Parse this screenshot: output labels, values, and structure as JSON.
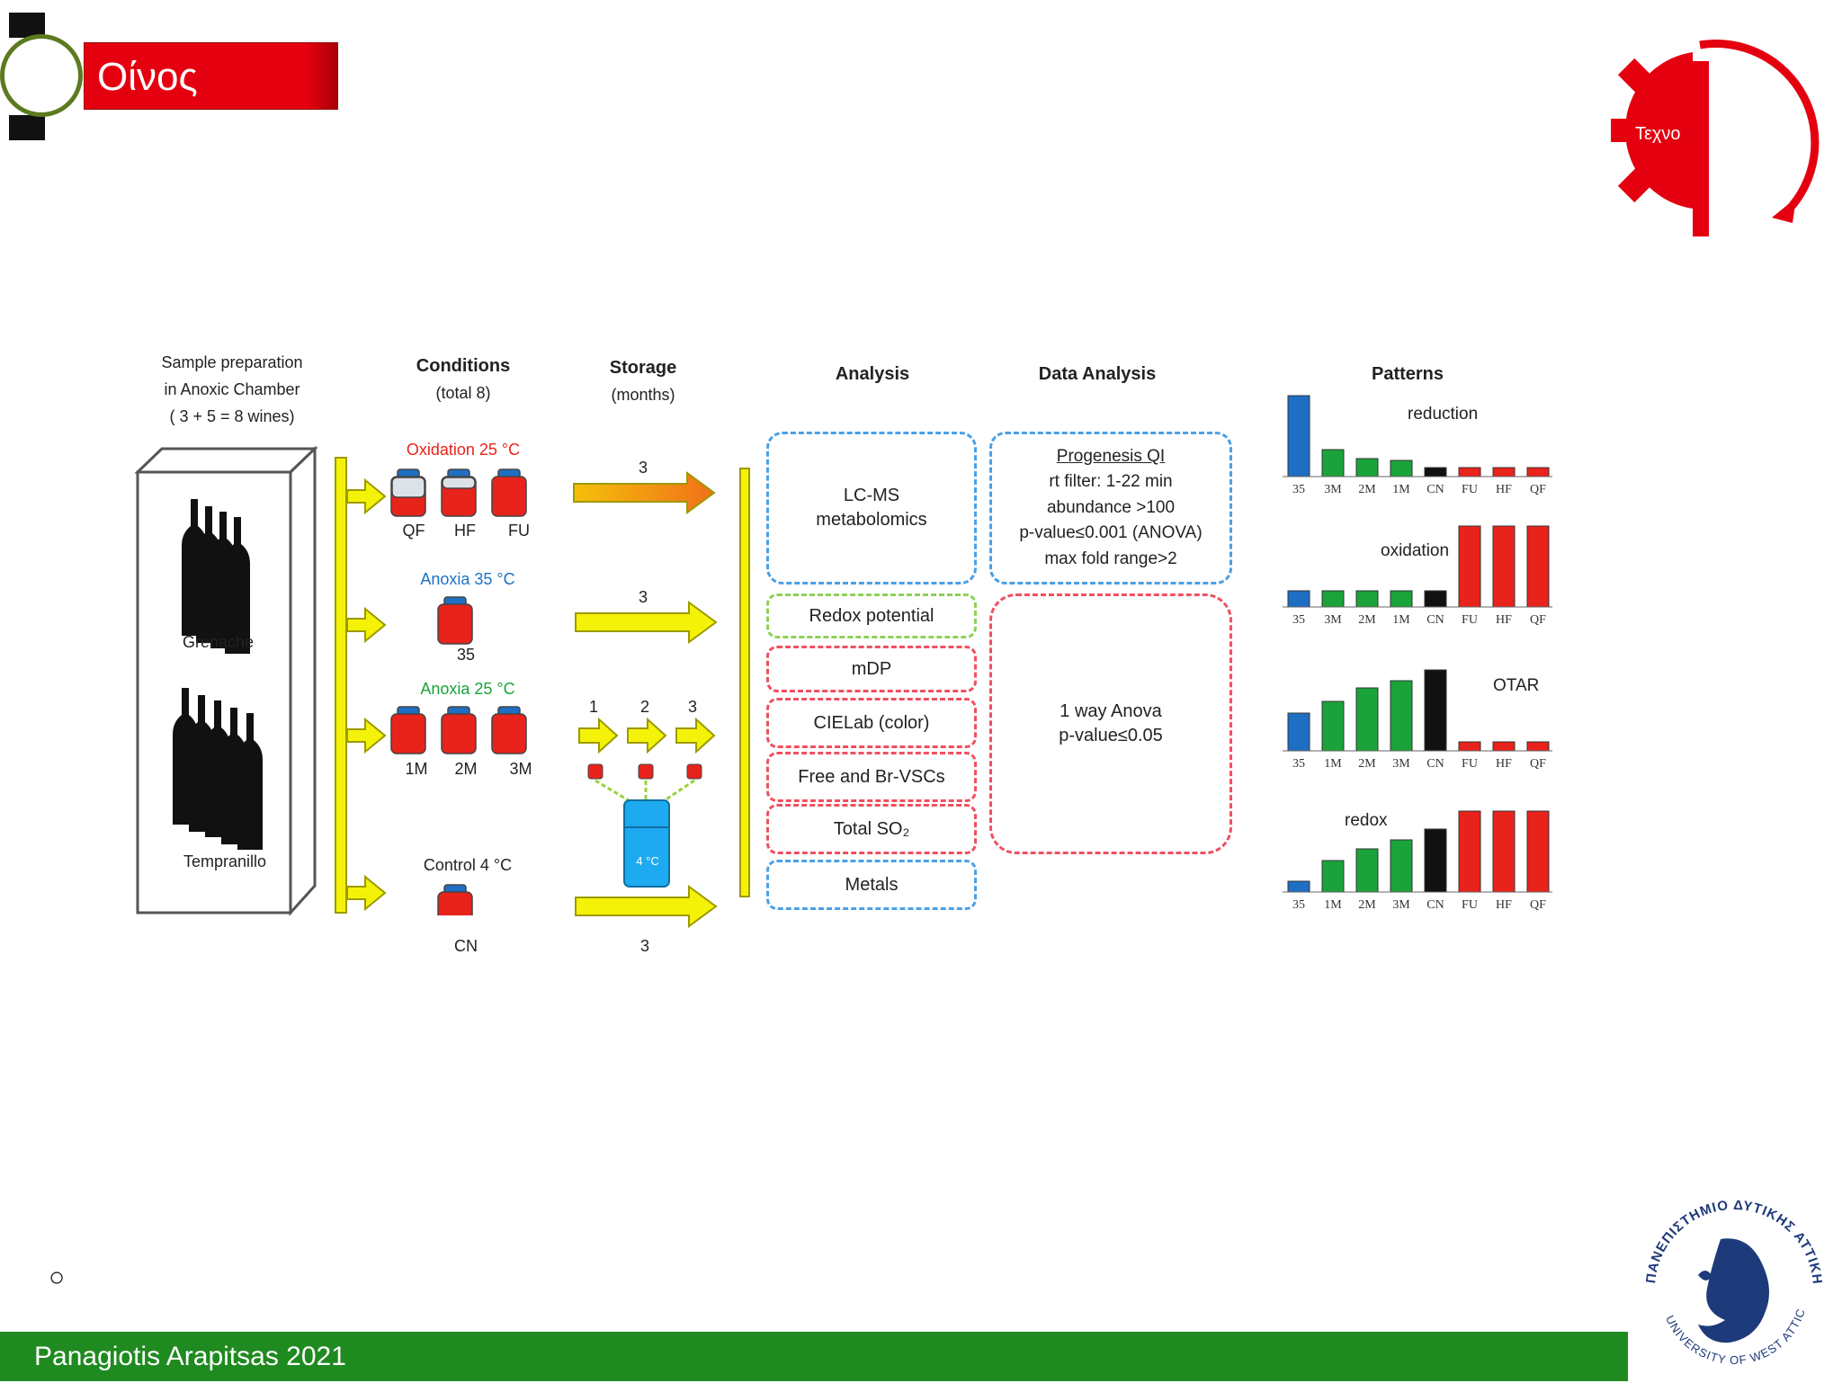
{
  "slide": {
    "title": "Οίνος",
    "gear_label": "Τεχνο",
    "bullet": "○",
    "footer": "Panagiotis Arapitsas 2021",
    "university_seal_text": "ΠΑΝΕΠΙΣΤΗΜΙΟ ΔΥΤΙΚΗΣ ΑΤΤΙΚΗΣ · UNIVERSITY OF WEST ATTICA"
  },
  "diagram": {
    "headers": {
      "sample_prep": [
        "Sample preparation",
        "in Anoxic Chamber",
        "( 3 + 5 = 8 wines)"
      ],
      "conditions": [
        "Conditions",
        "(total 8)"
      ],
      "storage": [
        "Storage",
        "(months)"
      ],
      "analysis": "Analysis",
      "data_analysis": "Data Analysis",
      "patterns": "Patterns"
    },
    "wines": [
      "Grenache",
      "Tempranillo"
    ],
    "conditions": {
      "oxidation": {
        "label": "Oxidation 25 °C",
        "color": "#e8231b",
        "bottles": [
          "QF",
          "HF",
          "FU"
        ],
        "months": "3"
      },
      "anoxia35": {
        "label": "Anoxia 35 °C",
        "color": "#1e6fc4",
        "bottles": [
          "35"
        ],
        "months": "3"
      },
      "anoxia25": {
        "label": "Anoxia 25 °C",
        "color": "#1aa33a",
        "bottles": [
          "1M",
          "2M",
          "3M"
        ],
        "months": [
          "1",
          "2",
          "3"
        ],
        "fridge": "4 °C"
      },
      "control": {
        "label": "Control 4 °C",
        "bottles": [
          "CN"
        ],
        "months": "3"
      }
    },
    "analysis_boxes": [
      "LC-MS metabolomics",
      "Redox potential",
      "mDP",
      "CIELab (color)",
      "Free and Br-VSCs",
      "Total SO₂",
      "Metals"
    ],
    "data_analysis": {
      "box1": [
        "Progenesis QI",
        "rt filter: 1-22 min",
        "abundance >100",
        "p-value≤0.001 (ANOVA)",
        "max fold range>2"
      ],
      "box2": [
        "1 way Anova",
        "p-value≤0.05"
      ]
    },
    "colors": {
      "blue": "#1e6fc4",
      "green": "#1aa33a",
      "black": "#111111",
      "red": "#e8231b",
      "arrow_yellow": "#f5f20a"
    }
  },
  "chart_data": [
    {
      "type": "bar",
      "title": "reduction",
      "categories": [
        "35",
        "3M",
        "2M",
        "1M",
        "CN",
        "FU",
        "HF",
        "QF"
      ],
      "values": [
        9,
        3,
        2,
        1.8,
        1,
        1,
        1,
        1
      ]
    },
    {
      "type": "bar",
      "title": "oxidation",
      "categories": [
        "35",
        "3M",
        "2M",
        "1M",
        "CN",
        "FU",
        "HF",
        "QF"
      ],
      "values": [
        1.8,
        1.8,
        1.8,
        1.8,
        1.8,
        9,
        9,
        9
      ]
    },
    {
      "type": "bar",
      "title": "OTAR",
      "categories": [
        "35",
        "1M",
        "2M",
        "3M",
        "CN",
        "FU",
        "HF",
        "QF"
      ],
      "values": [
        4.2,
        5.5,
        7,
        7.8,
        9,
        1,
        1,
        1
      ]
    },
    {
      "type": "bar",
      "title": "redox",
      "categories": [
        "35",
        "1M",
        "2M",
        "3M",
        "CN",
        "FU",
        "HF",
        "QF"
      ],
      "values": [
        1.2,
        3.5,
        4.8,
        5.8,
        7,
        9,
        9,
        9
      ]
    }
  ]
}
